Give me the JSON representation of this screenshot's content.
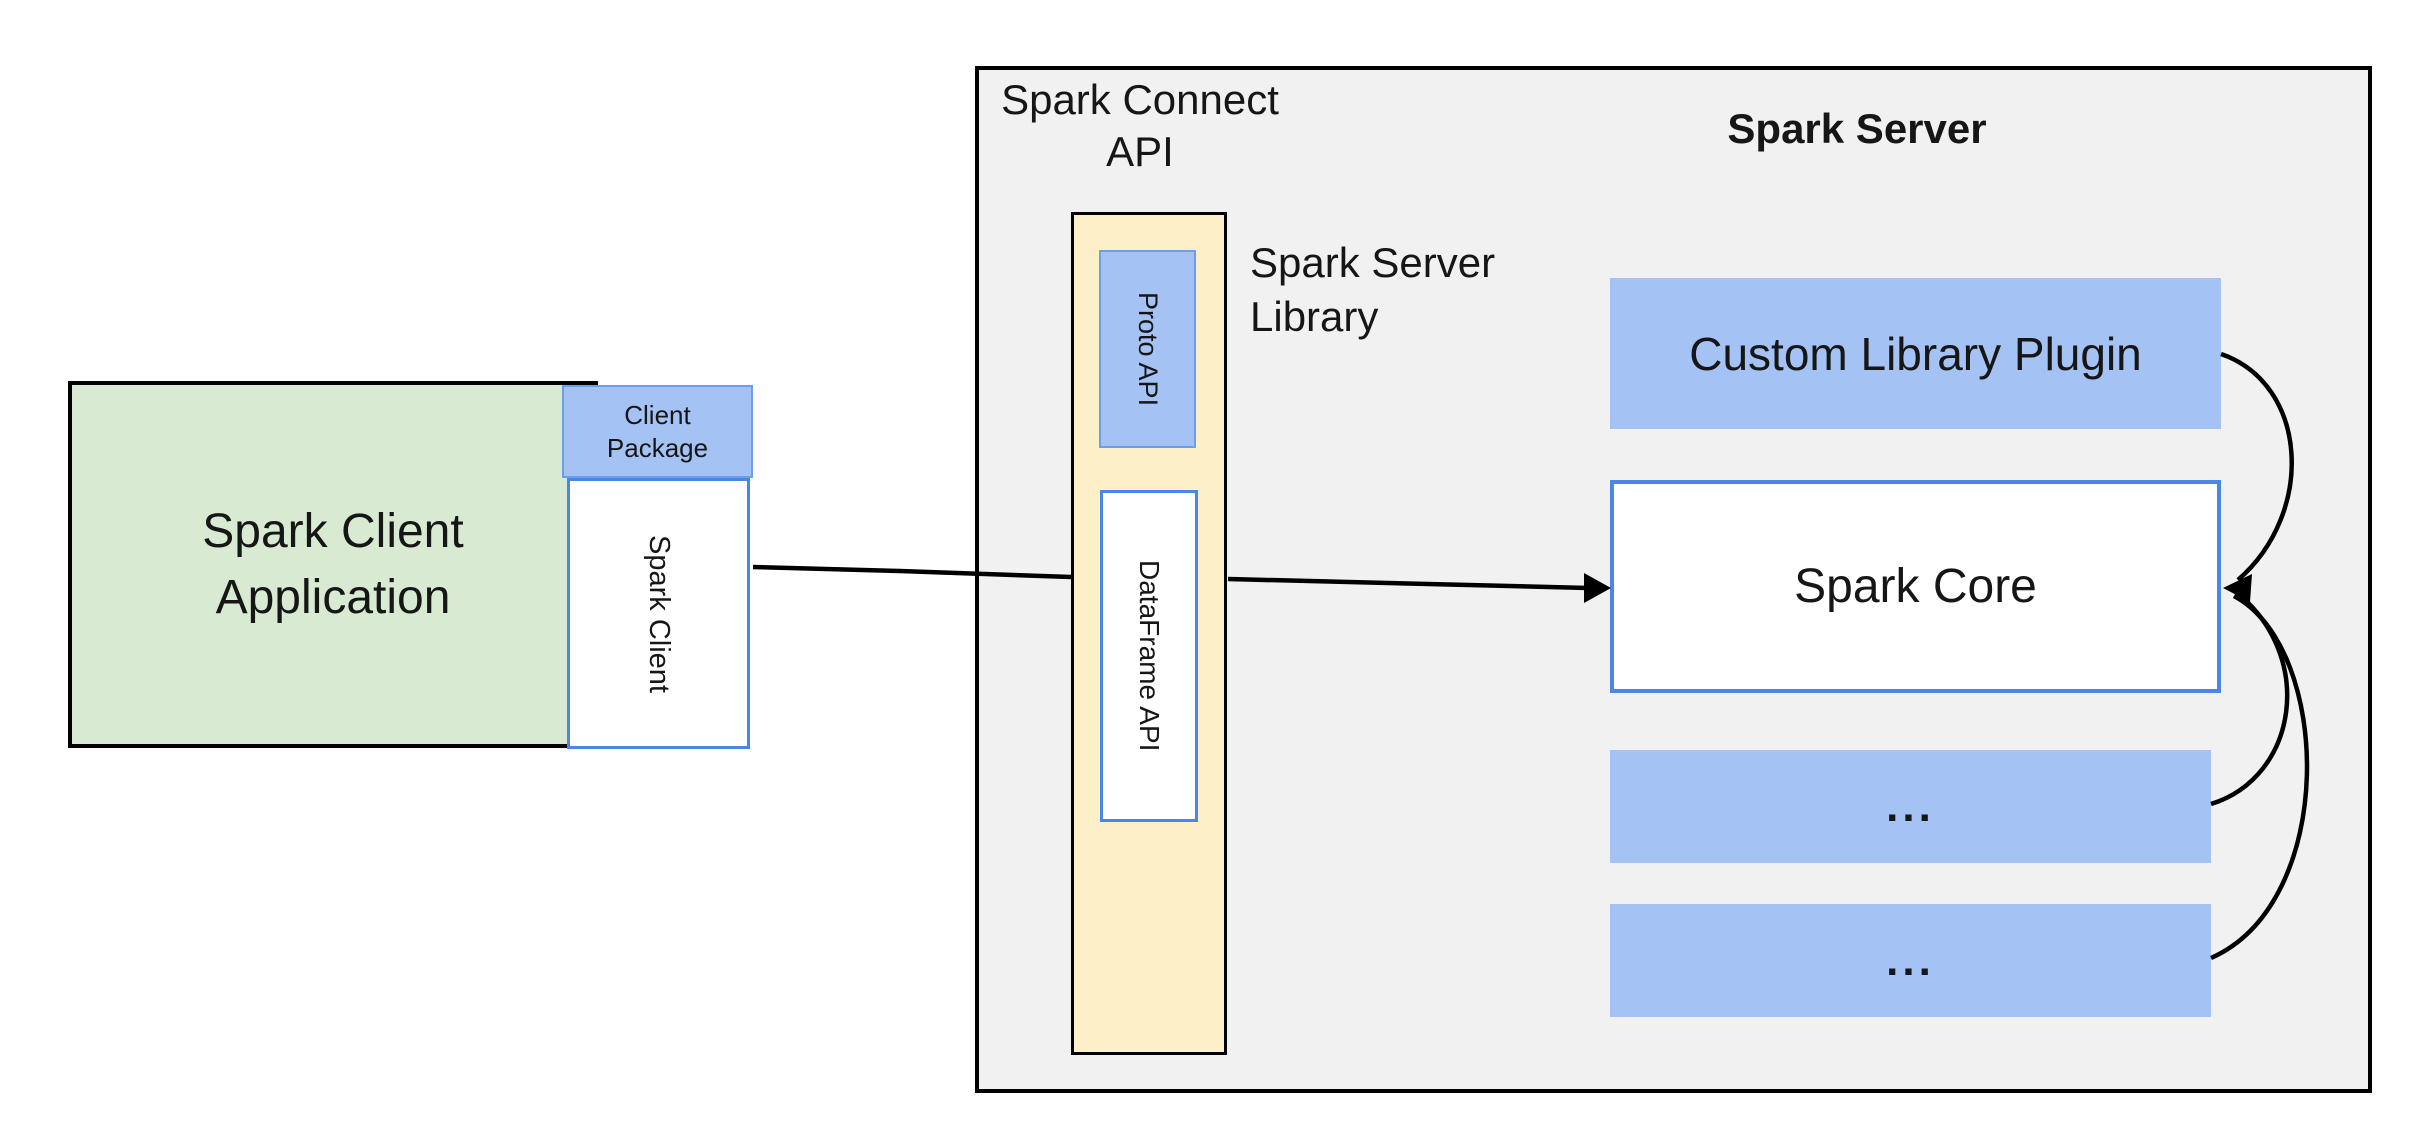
{
  "colors": {
    "panel_gray": "#f1f1f1",
    "client_green": "#d9ead3",
    "accent_blue_fill": "#a4c2f4",
    "accent_blue_border": "#4a86e8",
    "light_blue_border": "#6d9eeb",
    "api_yellow": "#fdf0c8",
    "line_black": "#000000"
  },
  "client_side": {
    "application": {
      "line1": "Spark Client",
      "line2": "Application"
    },
    "client_package": {
      "line1": "Client",
      "line2": "Package"
    },
    "spark_client": "Spark Client"
  },
  "connect_api": {
    "title_line1": "Spark Connect",
    "title_line2": "API",
    "proto_api": "Proto API",
    "dataframe_api": "DataFrame API",
    "server_library_line1": "Spark Server",
    "server_library_line2": "Library"
  },
  "server": {
    "title": "Spark Server",
    "custom_library_plugin": "Custom Library Plugin",
    "spark_core": "Spark Core",
    "plugin_slot_1": "...",
    "plugin_slot_2": "..."
  }
}
